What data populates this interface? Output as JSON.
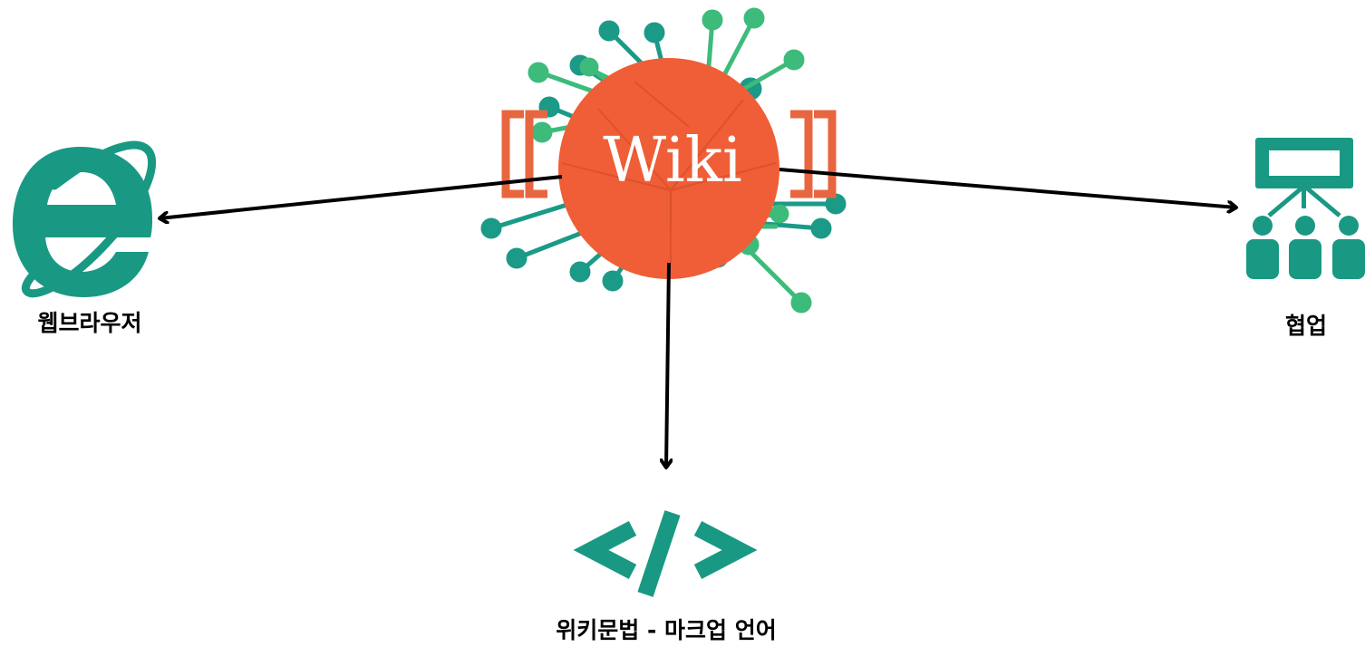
{
  "center": {
    "logo_text": "Wiki",
    "bracket_left": "[[",
    "bracket_right": "]]"
  },
  "nodes": {
    "browser": {
      "label": "웹브라우저",
      "icon": "internet-explorer-icon"
    },
    "collaboration": {
      "label": "협업",
      "icon": "team-hierarchy-icon"
    },
    "markup": {
      "label": "위키문법 - 마크업 언어",
      "icon": "code-icon"
    }
  },
  "colors": {
    "orange": "#ef5e36",
    "bracket": "#e8663f",
    "teal": "#1a9a87",
    "green": "#3dbb7b",
    "icon": "#199983",
    "arrow": "#000000"
  }
}
